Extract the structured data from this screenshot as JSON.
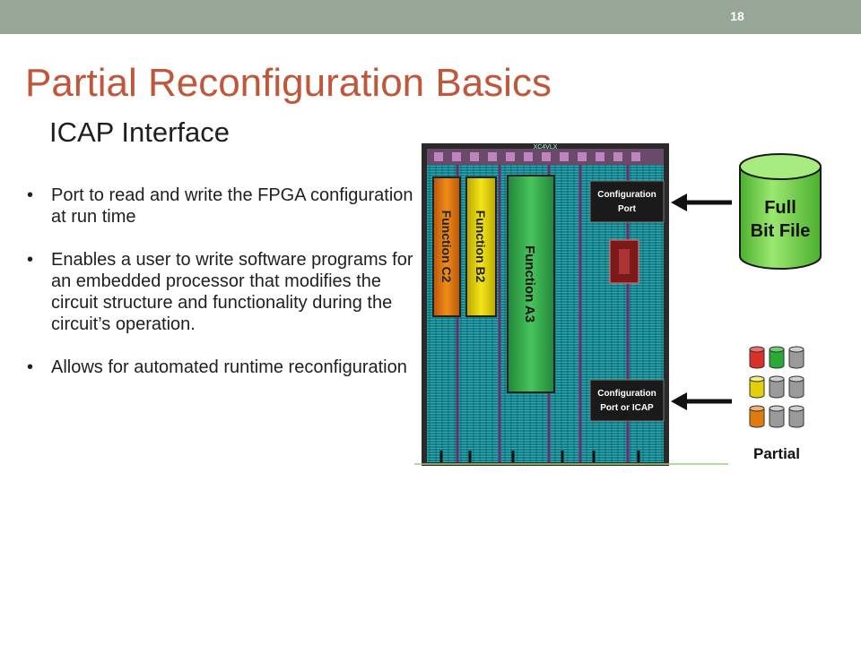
{
  "header": {
    "slide_number": "18"
  },
  "title": "Partial Reconfiguration Basics",
  "subtitle": "ICAP Interface",
  "bullets": [
    "Port to read and write the FPGA configuration at run time",
    "Enables a user to write software programs for an embedded processor that modifies the circuit structure and functionality during the circuit’s operation.",
    "Allows for automated runtime reconfiguration"
  ],
  "figure": {
    "chip_label": "XC4VLX",
    "functions": [
      "Function C2",
      "Function B2",
      "Function A3"
    ],
    "config_port_lines": [
      "Configuration",
      "Port"
    ],
    "icap_port_lines": [
      "Configuration",
      "Port or ICAP"
    ],
    "full_bitfile_lines": [
      "Full",
      "Bit File"
    ],
    "partial_label": "Partial",
    "colors": {
      "function_c2": "#e07b10",
      "function_b2": "#e8d80a",
      "function_a3": "#38b54a",
      "full_bitfile": "#7ed957",
      "chip_fabric": "#1a8a93"
    }
  }
}
